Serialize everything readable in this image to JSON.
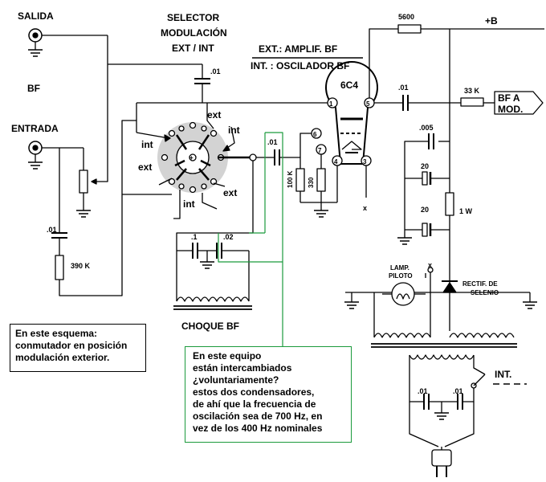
{
  "labels": {
    "salida": "SALIDA",
    "bf": "BF",
    "entrada": "ENTRADA",
    "selector_line1": "SELECTOR",
    "selector_line2": "MODULACIÓN",
    "selector_line3": "EXT / INT",
    "legend_line1": "EXT.: AMPLIF. BF",
    "legend_line2": "INT. : OSCILADOR BF",
    "tube": "6C4",
    "plus_b": "+B",
    "bf_a_mod_line1": "BF A",
    "bf_a_mod_line2": "MOD.",
    "choque": "CHOQUE BF",
    "lamp_line1": "LAMP.",
    "lamp_line2": "PILOTO",
    "rect_line1": "RECTIF. DE",
    "rect_line2": "SELENIO",
    "int_switch": "INT.",
    "ext_1": "ext",
    "ext_2": "ext",
    "ext_3": "ext",
    "int_1": "int",
    "int_2": "int",
    "int_3": "int",
    "x_mark_1": "x",
    "x_mark_2": "x"
  },
  "components": {
    "c_coupling_top": ".01",
    "c_left": ".01",
    "r_left": "390 K",
    "c_grid": ".01",
    "c_plate": ".01",
    "c_1": ".1",
    "c_02": ".02",
    "r_grid": "100 K",
    "r_cathode": "330",
    "r_top": "5600",
    "r_33k": "33 K",
    "c_005": ".005",
    "c_20a": "20",
    "c_20b": "20",
    "r_1w": "1 W",
    "c_bottom_1": ".01",
    "c_bottom_2": ".01"
  },
  "pins": {
    "p1": "1",
    "p5": "5",
    "p6": "6",
    "p7": "7",
    "p4": "4",
    "p3": "3"
  },
  "notes": {
    "left": [
      "En este esquema:",
      "conmutador en posición",
      "modulación exterior."
    ],
    "green": [
      "En este equipo",
      "están intercambiados",
      "¿voluntariamente?",
      "estos dos condensadores,",
      "de ahí que la frecuencia de",
      "oscilación sea de 700 Hz, en",
      "vez de los 400 Hz nominales"
    ]
  },
  "colors": {
    "wire": "#000000",
    "note_border_green": "#1b9a3c",
    "switch_disc": "#d3d3d3"
  }
}
